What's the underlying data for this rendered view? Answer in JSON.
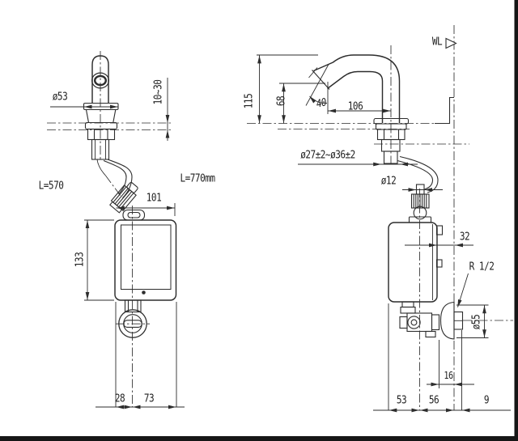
{
  "left_view": {
    "faucet_diameter": "ø53",
    "deck_thickness": "10~30",
    "cable_length": "L=570",
    "hose_length": "L=770mm",
    "box_width": "101",
    "box_height": "133",
    "left_offset": "28",
    "right_offset": "73"
  },
  "right_view": {
    "wall_marker": "WL",
    "overall_height": "115",
    "outlet_height": "68",
    "outlet_angle": "40",
    "reach": "106",
    "hole_diameter": "ø27±2~ø36±2",
    "hose_diameter": "ø12",
    "wall_clearance": "32",
    "thread": "R 1/2",
    "flange_diameter": "ø55",
    "outlet_offset": "16",
    "depth_front": "53",
    "depth_mid": "56",
    "depth_rear": "9"
  },
  "colors": {
    "line": "#2d2d2d",
    "background": "#ffffff",
    "scan_edge": "#161616"
  }
}
